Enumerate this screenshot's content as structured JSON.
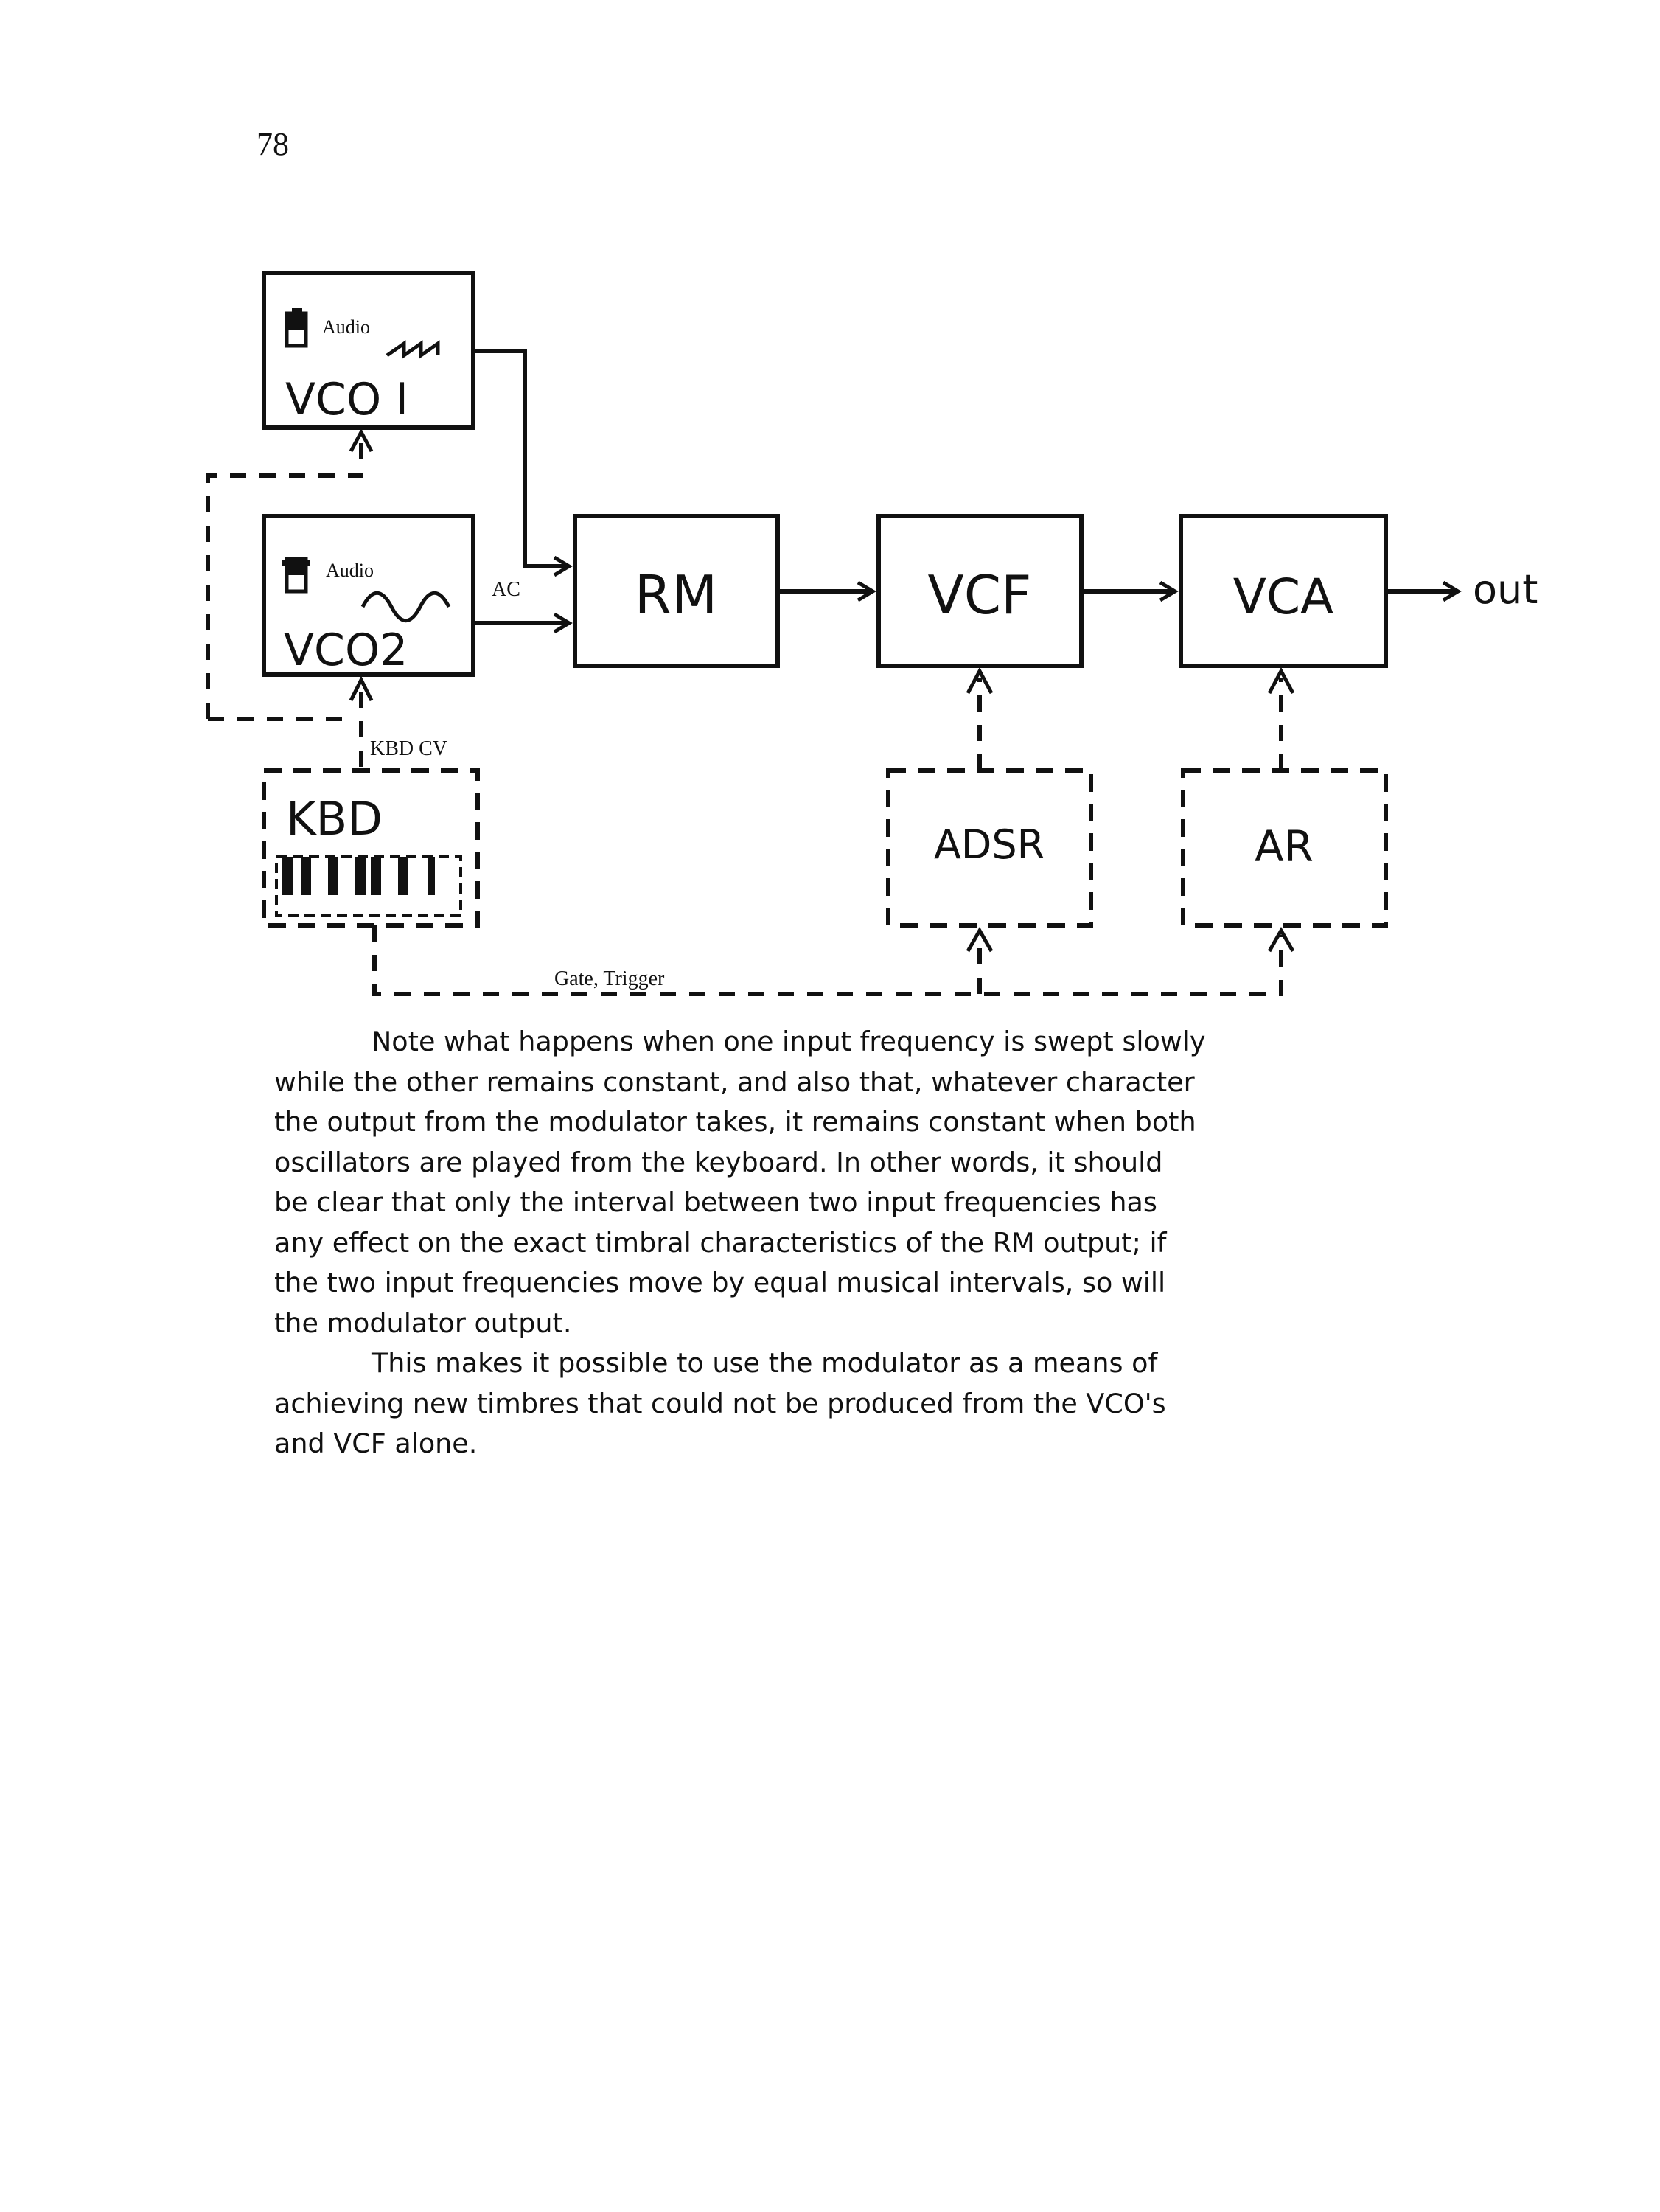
{
  "page": {
    "number": "78"
  },
  "diagram": {
    "modules": {
      "vco1": {
        "label": "VCO I",
        "switch_label": "Audio"
      },
      "vco2": {
        "label": "VCO2",
        "switch_label": "Audio"
      },
      "rm": {
        "label": "RM"
      },
      "vcf": {
        "label": "VCF"
      },
      "vca": {
        "label": "VCA"
      },
      "kbd": {
        "label": "KBD"
      },
      "adsr": {
        "label": "ADSR"
      },
      "ar": {
        "label": "AR"
      }
    },
    "labels": {
      "ac": "AC",
      "out": "out",
      "kbd_cv": "KBD CV",
      "gate_trigger": "Gate, Trigger"
    }
  },
  "body": {
    "paragraph1_lines": [
      "Note what happens when one input frequency is swept slowly",
      "while the other remains constant, and also that, whatever character",
      "the output from the modulator takes, it remains constant when both",
      "oscillators are played from the keyboard. In other words, it should",
      "be clear that only the interval between two input frequencies has",
      "any effect on the exact timbral characteristics of the RM output; if",
      "the two input frequencies move by equal musical intervals, so will",
      "the modulator output."
    ],
    "paragraph2_lines": [
      "This makes it possible to use the modulator as a means of",
      "achieving new timbres that could not be produced from the VCO's",
      "and VCF alone."
    ]
  }
}
